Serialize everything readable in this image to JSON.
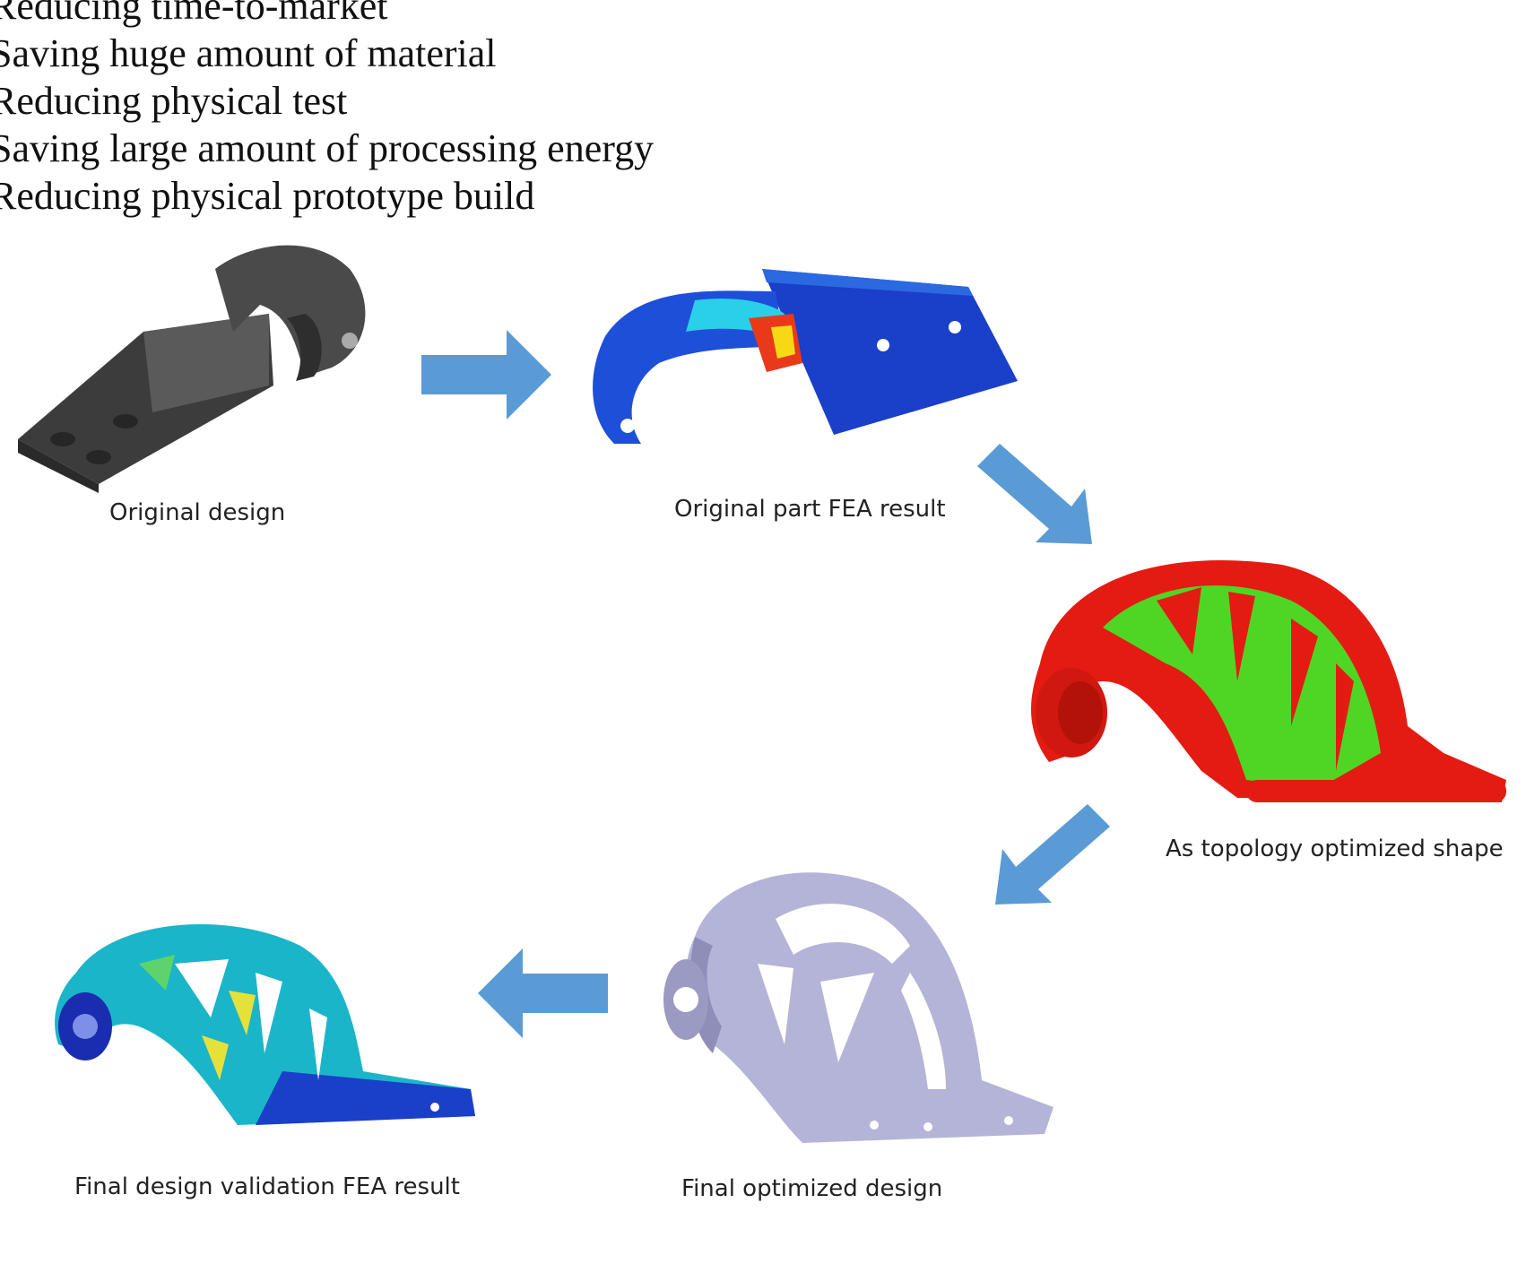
{
  "benefits": [
    "Reducing time-to-market",
    "Saving huge amount of material",
    "Reducing physical test",
    "Saving large amount of processing energy",
    "Reducing physical prototype build"
  ],
  "stages": [
    {
      "caption": "Original design",
      "render": "dark-grey-solid"
    },
    {
      "caption": "Original part FEA result",
      "render": "blue-stress-contour"
    },
    {
      "caption": "As topology optimized shape",
      "render": "red-green-density"
    },
    {
      "caption": "Final optimized design",
      "render": "lavender-solid"
    },
    {
      "caption": "Final design validation FEA result",
      "render": "blue-cyan-stress-contour"
    }
  ],
  "colors": {
    "arrow": "#5b9bd5",
    "original_solid": "#4a4a4a",
    "fea_blue": "#1a3fc8",
    "topo_red": "#e41b12",
    "topo_green": "#4fd624",
    "final_solid": "#b4b4d8",
    "validation_cyan": "#1bb5c9"
  },
  "arrows": [
    "arrow-right",
    "arrow-down-right",
    "arrow-down-left",
    "arrow-left"
  ]
}
